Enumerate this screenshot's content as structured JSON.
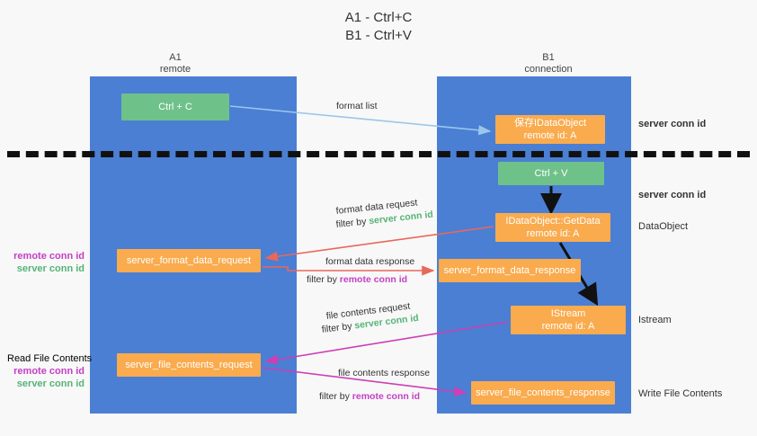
{
  "title": {
    "line1": "A1 - Ctrl+C",
    "line2": "B1 - Ctrl+V"
  },
  "columns": [
    {
      "name": "A1",
      "sub": "remote"
    },
    {
      "name": "B1",
      "sub": "connection"
    }
  ],
  "nodes": {
    "ctrl_c": {
      "label": "Ctrl + C",
      "color": "#6fc18a"
    },
    "ole_dataobject": {
      "line1": "保存IDataObject",
      "line2": "remote id: A",
      "color": "#f9ab4e"
    },
    "ctrl_v": {
      "label": "Ctrl + V",
      "color": "#6fc18a"
    },
    "getdata": {
      "line1": "IDataObject::GetData",
      "line2": "remote id: A",
      "color": "#f9ab4e"
    },
    "server_format_data_request": {
      "label": "server_format_data_request",
      "color": "#f9ab4e"
    },
    "server_format_data_response": {
      "label": "server_format_data_response",
      "color": "#f9ab4e"
    },
    "istream": {
      "line1": "IStream",
      "line2": "remote id: A",
      "color": "#f9ab4e"
    },
    "server_file_contents_request": {
      "label": "server_file_contents_request",
      "color": "#f9ab4e"
    },
    "server_file_contents_response": {
      "label": "server_file_contents_response",
      "color": "#f9ab4e"
    }
  },
  "edge_labels": {
    "format_list": "format list",
    "format_data_request": "format data request",
    "format_data_request_filter_prefix": "filter by ",
    "format_data_request_filter_value": "server conn id",
    "format_data_response": "format data response",
    "format_data_response_filter_prefix": "filter by ",
    "format_data_response_filter_value": "remote conn id",
    "file_contents_request": "file contents request",
    "file_contents_request_filter_prefix": "filter by ",
    "file_contents_request_filter_value": "server conn id",
    "file_contents_response": "file contents response",
    "file_contents_response_filter_prefix": "filter by ",
    "file_contents_response_filter_value": "remote conn id"
  },
  "right_labels": {
    "server_conn_id_1": "server conn id",
    "server_conn_id_2": "server conn id",
    "dataobject": "DataObject",
    "istream": "Istream",
    "write_file_contents": "Write File Contents"
  },
  "left_labels": {
    "remote_conn_id_1": "remote conn id",
    "server_conn_id_1": "server conn id",
    "read_file_contents": "Read File Contents",
    "remote_conn_id_2": "remote conn id",
    "server_conn_id_2": "server conn id"
  },
  "colors": {
    "lane": "#4a7fd4",
    "green_node": "#6fc18a",
    "orange_node": "#f9ab4e",
    "green_text": "#56b377",
    "purple_text": "#c43fc4",
    "light_blue_arrow": "#9cc6ea",
    "red_arrow": "#e8685a",
    "magenta_arrow": "#cc3fb5",
    "black_arrow": "#111111",
    "background": "#f8f8f8"
  }
}
